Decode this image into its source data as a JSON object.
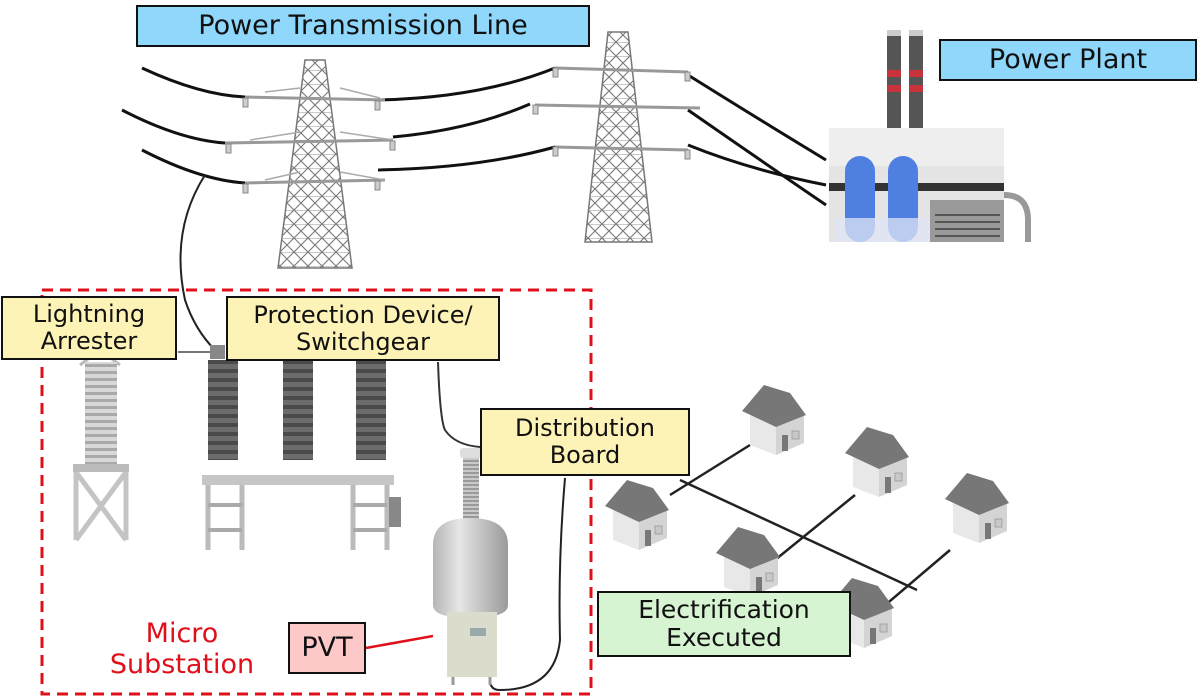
{
  "diagram": {
    "title": "Micro Substation electrification system",
    "labels": {
      "transmission_line": "Power Transmission Line",
      "power_plant": "Power Plant",
      "lightning_arrester": [
        "Lightning",
        "Arrester"
      ],
      "protection_device": [
        "Protection Device/",
        "Switchgear"
      ],
      "distribution_board": [
        "Distribution",
        "Board"
      ],
      "pvt": "PVT",
      "electrification": [
        "Electrification",
        "Executed"
      ],
      "micro_substation": [
        "Micro",
        "Substation"
      ]
    },
    "components": [
      {
        "id": "power-plant",
        "type": "factory-illustration"
      },
      {
        "id": "transmission-tower-1",
        "type": "lattice-tower"
      },
      {
        "id": "transmission-tower-2",
        "type": "lattice-tower"
      },
      {
        "id": "lightning-arrester",
        "type": "insulator-on-stand"
      },
      {
        "id": "switchgear",
        "type": "three-insulators-on-frame"
      },
      {
        "id": "pvt",
        "type": "voltage-transformer"
      },
      {
        "id": "houses",
        "type": "house",
        "count": 6
      }
    ],
    "colors": {
      "blue_label": "#8fd8fb",
      "yellow_label": "#fdf3b6",
      "pink_label": "#fcc8c8",
      "green_label": "#d6f3d2",
      "boundary_red": "#e0101a",
      "plant_blue": "#4f7fe0",
      "stack_red": "#c8323a"
    }
  }
}
